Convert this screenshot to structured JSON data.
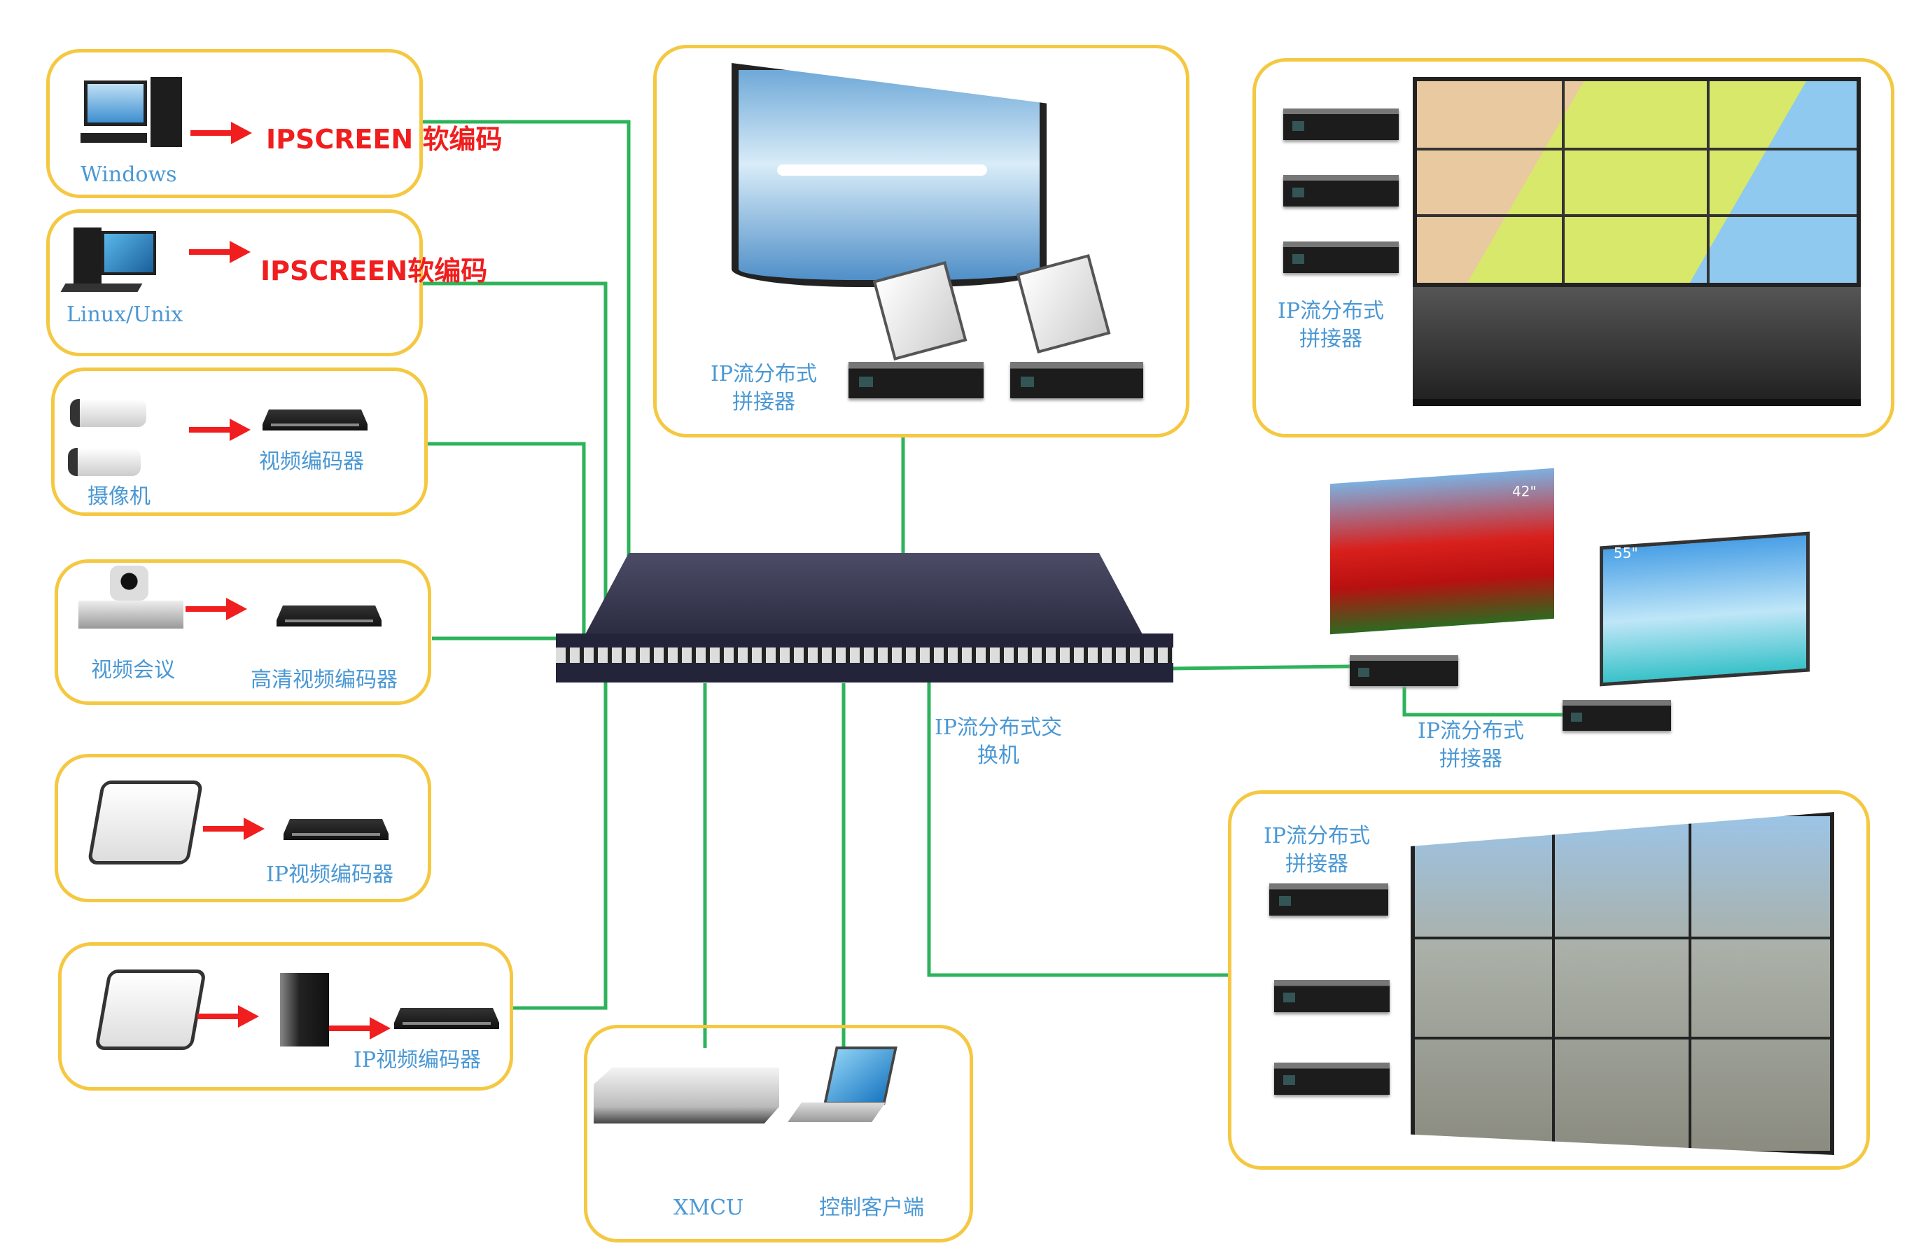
{
  "sources": {
    "windows": {
      "os_label": "Windows",
      "software": "IPSCREEN 软编码"
    },
    "linux": {
      "os_label": "Linux/Unix",
      "software": "IPSCREEN软编码"
    },
    "camera": {
      "device_label": "摄像机",
      "encoder_label": "视频编码器"
    },
    "video_conference": {
      "device_label": "视频会议",
      "encoder_label": "高清视频编码器"
    },
    "analog_camera": {
      "encoder_label": "IP视频编码器"
    },
    "analog_camera_server": {
      "encoder_label": "IP视频编码器"
    }
  },
  "switch": {
    "label_line1": "IP流分布式交",
    "label_line2": "换机"
  },
  "splicers": {
    "top_center": {
      "line1": "IP流分布式",
      "line2": "拼接器"
    },
    "top_right": {
      "line1": "IP流分布式",
      "line2": "拼接器"
    },
    "middle_right": {
      "line1": "IP流分布式",
      "line2": "拼接器"
    },
    "bottom_right": {
      "line1": "IP流分布式",
      "line2": "拼接器"
    }
  },
  "displays": {
    "size_42": "42\"",
    "size_55": "55\""
  },
  "control": {
    "xmcu_label": "XMCU",
    "client_label": "控制客户端"
  },
  "colors": {
    "box_border": "#f5c842",
    "link": "#2db35a",
    "arrow": "#f01e1e",
    "label": "#4a98d4"
  }
}
